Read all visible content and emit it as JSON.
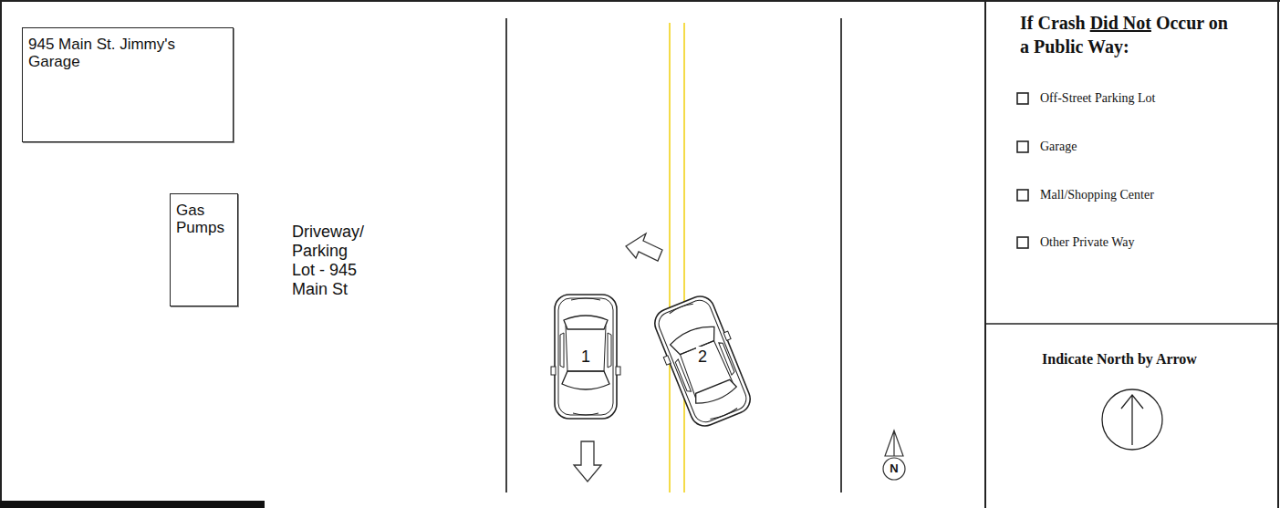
{
  "diagram": {
    "nodes": [
      {
        "text": [
          "945 Main St. Jimmy's Garage"
        ]
      },
      {
        "text": [
          "Gas Pumps"
        ]
      }
    ],
    "labels": [
      "Driveway/ Parking Lot - 945 Main St",
      "1",
      "2",
      "N",
      "If Crash",
      "Did Not",
      "Occur on a Public Way:",
      "Off-Street Parking Lot",
      "Garage",
      "Mall/Shopping Center",
      "Other Private Way",
      "Indicate North by Arrow"
    ]
  }
}
